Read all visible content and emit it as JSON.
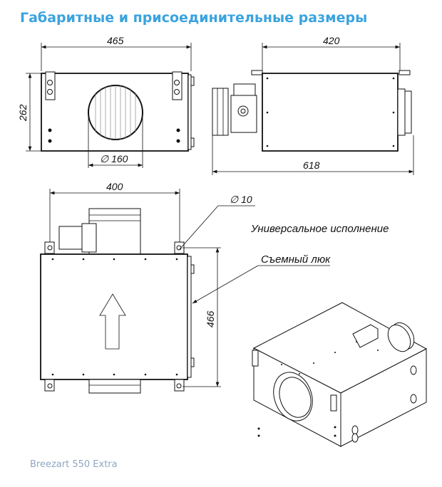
{
  "title": "Габаритные и присоединительные размеры",
  "front_view": {
    "width_dim": "465",
    "height_dim": "262",
    "diameter_dim": "∅ 160"
  },
  "side_view": {
    "depth_dim": "420",
    "total_length_dim": "618"
  },
  "top_view": {
    "width_dim": "400",
    "length_dim": "466",
    "hole_dim": "∅ 10"
  },
  "notes": {
    "universal": "Универсальное исполнение",
    "hatch": "Съемный люк"
  },
  "footer": "Breezart 550 Extra",
  "colors": {
    "title": "#3aa3de",
    "footer": "#8fa7c2"
  }
}
